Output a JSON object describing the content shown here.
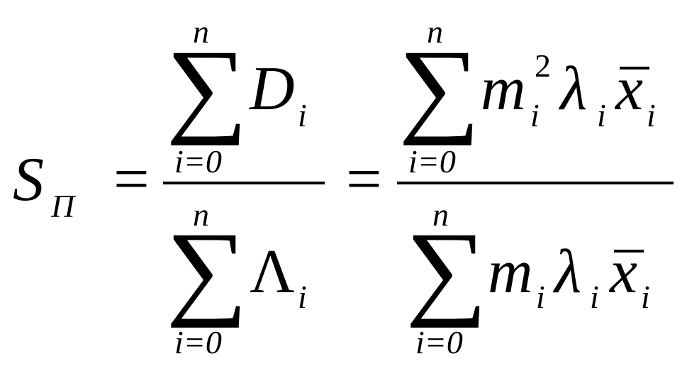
{
  "formula": {
    "lhs": {
      "symbol": "S",
      "subscript": "П"
    },
    "equals": "=",
    "fraction1": {
      "numerator": {
        "sum_upper": "n",
        "sum_lower": "i=0",
        "sigma": "∑",
        "term": "D",
        "term_sub": "i"
      },
      "denominator": {
        "sum_upper": "n",
        "sum_lower": "i=0",
        "sigma": "∑",
        "term": "Λ",
        "term_sub": "i"
      }
    },
    "fraction2": {
      "numerator": {
        "sum_upper": "n",
        "sum_lower": "i=0",
        "sigma": "∑",
        "m": "m",
        "m_sub": "i",
        "m_sup": "2",
        "lambda": "λ",
        "lambda_sub": "i",
        "xbar": "x",
        "xbar_sub": "i"
      },
      "denominator": {
        "sum_upper": "n",
        "sum_lower": "i=0",
        "sigma": "∑",
        "m": "m",
        "m_sub": "i",
        "lambda": "λ",
        "lambda_sub": "i",
        "xbar": "x",
        "xbar_sub": "i"
      }
    }
  }
}
